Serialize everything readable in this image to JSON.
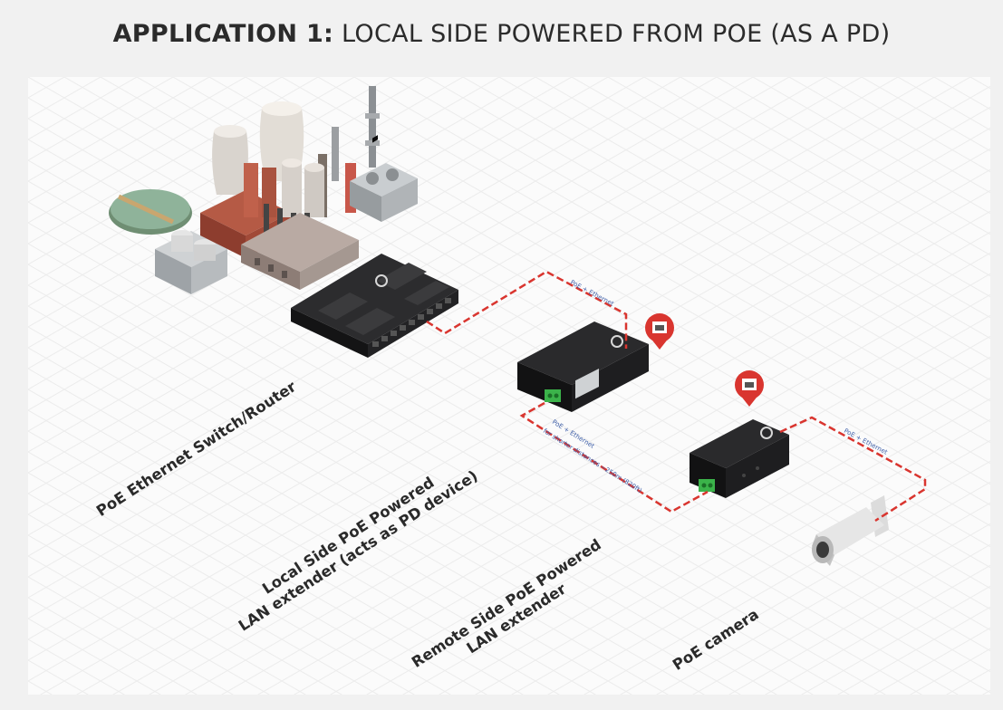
{
  "title": {
    "bold": "APPLICATION 1:",
    "rest": " LOCAL SIDE POWERED FROM POE (AS A PD)"
  },
  "labels": {
    "switch": "PoE Ethernet Switch/Router",
    "local_line1": "Local Side PoE Powered",
    "local_line2": "LAN extender (acts as PD device)",
    "remote_line1": "Remote Side PoE Powered",
    "remote_line2": "LAN extender",
    "camera": "PoE camera"
  },
  "cables": {
    "c1": "PoE + Ethernet",
    "c2_line1": "PoE + Ethernet",
    "c2_line2": "for shorter distances ~250m (820ft)",
    "c3": "PoE + Ethernet"
  },
  "colors": {
    "cable": "#d9352f",
    "cable_text": "#3d5ea8",
    "device": "#1d1d1f",
    "terminal": "#3bb34a",
    "pin": "#e03a35"
  }
}
